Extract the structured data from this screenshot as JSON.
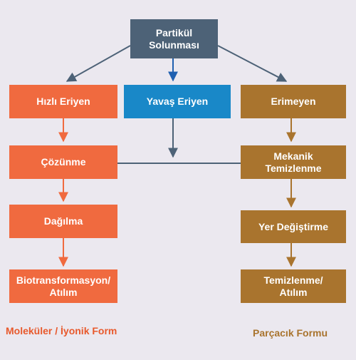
{
  "diagram": {
    "root": {
      "label": "Partikül\nSolunması"
    },
    "left": {
      "title": "Hızlı Eriyen",
      "steps": [
        "Çözünme",
        "Dağılma",
        "Biotransformasyon/\nAtılım"
      ],
      "caption": "Moleküler / İyonik Form"
    },
    "middle": {
      "title": "Yavaş Eriyen"
    },
    "right": {
      "title": "Erimeyen",
      "steps": [
        "Mekanik\nTemizlenme",
        "Yer Değiştirme",
        "Temizlenme/\nAtılım"
      ],
      "caption": "Parçacık Formu"
    }
  },
  "colors": {
    "background": "#ebe8ef",
    "root": "#4d6277",
    "molecular": "#f06a3f",
    "slow": "#1988c8",
    "particle": "#a9742e",
    "connector": "#4d6277",
    "molecular_caption": "#e8592c",
    "particle_caption": "#a9742e"
  }
}
